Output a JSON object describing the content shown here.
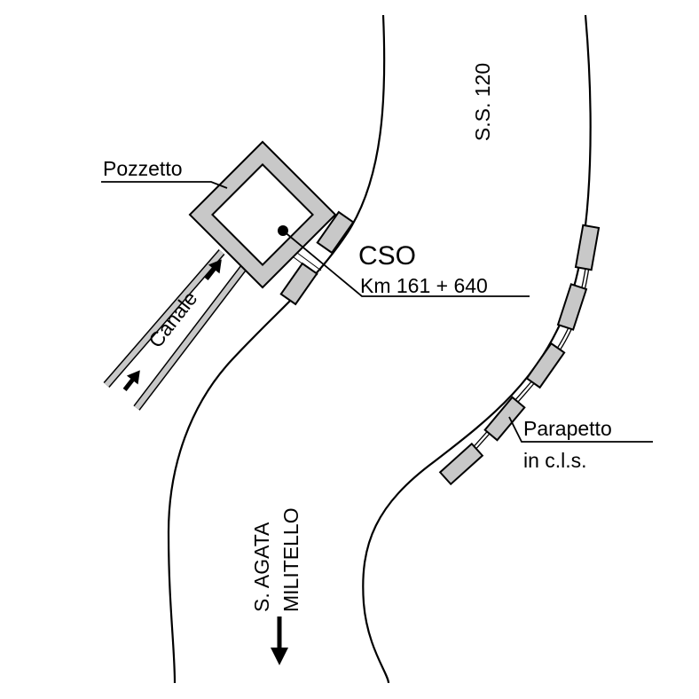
{
  "labels": {
    "road_name": "S.S. 120",
    "pozzetto": "Pozzetto",
    "cso": "CSO",
    "km": "Km 161 + 640",
    "canale": "Canale",
    "parapetto_line1": "Parapetto",
    "parapetto_line2": "in c.l.s.",
    "direction_line1": "S. AGATA",
    "direction_line2": "MILITELLO"
  },
  "colors": {
    "ink": "#000000",
    "gray_fill": "#c8c8c8",
    "background": "#ffffff"
  },
  "icons": {
    "flow_arrow": "flow-arrow-icon",
    "direction_arrow": "arrow-down-icon",
    "cso_point": "dot-icon"
  }
}
